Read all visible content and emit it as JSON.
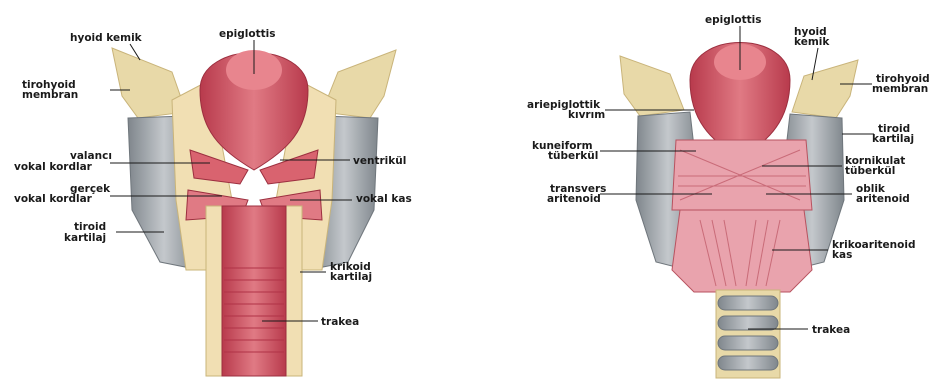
{
  "figure": {
    "left_view": {
      "labels": {
        "hyoid": "hyoid kemik",
        "epiglottis": "epiglottis",
        "tirohyoid_1": "tirohyoid",
        "tirohyoid_2": "membran",
        "valanci_1": "valancı",
        "valanci_2": "vokal kordlar",
        "ventrikul": "ventrikül",
        "gercek_1": "gerçek",
        "gercek_2": "vokal kordlar",
        "vokal_kas": "vokal kas",
        "tiroid_1": "tiroid",
        "tiroid_2": "kartilaj",
        "krikoid_1": "krikoid",
        "krikoid_2": "kartilaj",
        "trakea": "trakea"
      }
    },
    "right_view": {
      "labels": {
        "epiglottis": "epiglottis",
        "hyoid_1": "hyoid",
        "hyoid_2": "kemik",
        "tirohyoid_1": "tirohyoid",
        "tirohyoid_2": "membran",
        "ariepiglottik_1": "ariepiglottik",
        "ariepiglottik_2": "kıvrım",
        "tiroid_1": "tiroid",
        "tiroid_2": "kartilaj",
        "kuneiform_1": "kuneiform",
        "kuneiform_2": "tüberkül",
        "kornikulat_1": "kornikulat",
        "kornikulat_2": "tüberkül",
        "transvers_1": "transvers",
        "transvers_2": "aritenoid",
        "oblik_1": "oblik",
        "oblik_2": "aritenoid",
        "krikoaritenoid_1": "krikoaritenoid",
        "krikoaritenoid_2": "kas",
        "trakea": "trakea"
      }
    },
    "colors": {
      "flesh": "#d9636f",
      "flesh_dark": "#b83a4c",
      "flesh_light": "#ee9ea4",
      "cartilage": "#e8d9a8",
      "cartilage_dark": "#c9b47a",
      "thyroid_grey": "#9ea3a8",
      "muscle_pink": "#e9a3ad",
      "tracheal_ring": "#a9b0b5",
      "ink": "#1a1a1a"
    }
  }
}
